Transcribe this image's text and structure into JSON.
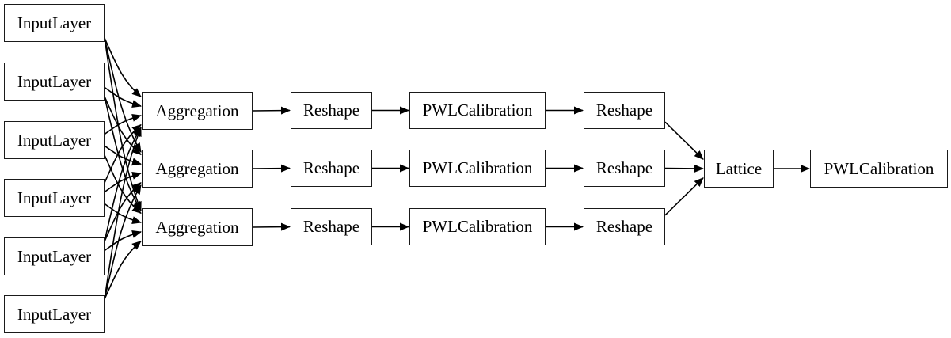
{
  "diagram": {
    "type": "model-graph",
    "colors": {
      "background": "#ffffff",
      "node_border": "#1a1a1a",
      "edge_stroke": "#000000",
      "text": "#000000"
    },
    "nodes": {
      "inputs": [
        {
          "label": "InputLayer"
        },
        {
          "label": "InputLayer"
        },
        {
          "label": "InputLayer"
        },
        {
          "label": "InputLayer"
        },
        {
          "label": "InputLayer"
        },
        {
          "label": "InputLayer"
        }
      ],
      "rows": [
        {
          "aggregation": "Aggregation",
          "reshape_in": "Reshape",
          "calibration": "PWLCalibration",
          "reshape_out": "Reshape"
        },
        {
          "aggregation": "Aggregation",
          "reshape_in": "Reshape",
          "calibration": "PWLCalibration",
          "reshape_out": "Reshape"
        },
        {
          "aggregation": "Aggregation",
          "reshape_in": "Reshape",
          "calibration": "PWLCalibration",
          "reshape_out": "Reshape"
        }
      ],
      "lattice": {
        "label": "Lattice"
      },
      "output_calibration": {
        "label": "PWLCalibration"
      }
    },
    "edges": [
      {
        "from": "input-1",
        "to": "agg-1"
      },
      {
        "from": "input-1",
        "to": "agg-2"
      },
      {
        "from": "input-1",
        "to": "agg-3"
      },
      {
        "from": "input-2",
        "to": "agg-1"
      },
      {
        "from": "input-2",
        "to": "agg-2"
      },
      {
        "from": "input-2",
        "to": "agg-3"
      },
      {
        "from": "input-3",
        "to": "agg-1"
      },
      {
        "from": "input-3",
        "to": "agg-2"
      },
      {
        "from": "input-3",
        "to": "agg-3"
      },
      {
        "from": "input-4",
        "to": "agg-1"
      },
      {
        "from": "input-4",
        "to": "agg-2"
      },
      {
        "from": "input-4",
        "to": "agg-3"
      },
      {
        "from": "input-5",
        "to": "agg-1"
      },
      {
        "from": "input-5",
        "to": "agg-2"
      },
      {
        "from": "input-5",
        "to": "agg-3"
      },
      {
        "from": "input-6",
        "to": "agg-1"
      },
      {
        "from": "input-6",
        "to": "agg-2"
      },
      {
        "from": "input-6",
        "to": "agg-3"
      },
      {
        "from": "agg-1",
        "to": "reshape-in-1"
      },
      {
        "from": "agg-2",
        "to": "reshape-in-2"
      },
      {
        "from": "agg-3",
        "to": "reshape-in-3"
      },
      {
        "from": "reshape-in-1",
        "to": "cal-1"
      },
      {
        "from": "reshape-in-2",
        "to": "cal-2"
      },
      {
        "from": "reshape-in-3",
        "to": "cal-3"
      },
      {
        "from": "cal-1",
        "to": "reshape-out-1"
      },
      {
        "from": "cal-2",
        "to": "reshape-out-2"
      },
      {
        "from": "cal-3",
        "to": "reshape-out-3"
      },
      {
        "from": "reshape-out-1",
        "to": "lattice"
      },
      {
        "from": "reshape-out-2",
        "to": "lattice"
      },
      {
        "from": "reshape-out-3",
        "to": "lattice"
      },
      {
        "from": "lattice",
        "to": "output-cal"
      }
    ]
  }
}
